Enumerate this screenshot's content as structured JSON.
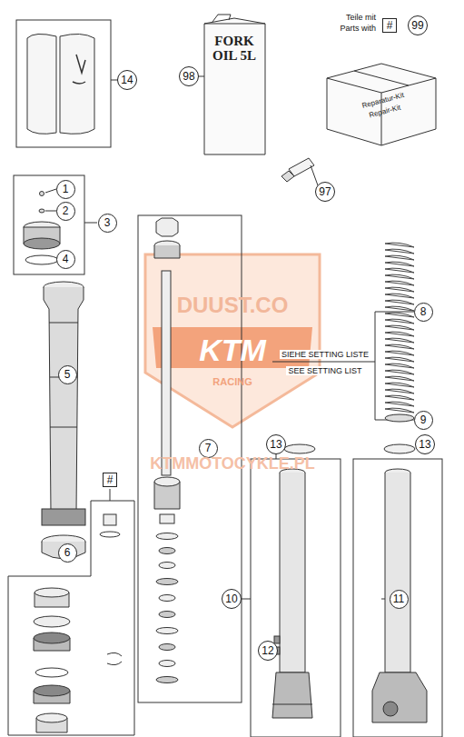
{
  "diagram": {
    "nodes": [
      {
        "text": [
          "14"
        ]
      },
      {
        "text": [
          "98"
        ]
      },
      {
        "text": [
          "#"
        ]
      },
      {
        "text": [
          "99"
        ]
      },
      {
        "text": [
          "97"
        ]
      },
      {
        "text": [
          "1"
        ]
      },
      {
        "text": [
          "2"
        ]
      },
      {
        "text": [
          "3"
        ]
      },
      {
        "text": [
          "4"
        ]
      },
      {
        "text": [
          "8"
        ]
      },
      {
        "text": [
          "5"
        ]
      },
      {
        "text": [
          "9"
        ]
      },
      {
        "text": [
          "13"
        ]
      },
      {
        "text": [
          "13"
        ]
      },
      {
        "text": [
          "7"
        ]
      },
      {
        "text": [
          "#"
        ]
      },
      {
        "text": [
          "6"
        ]
      },
      {
        "text": [
          "10"
        ]
      },
      {
        "text": [
          "11"
        ]
      },
      {
        "text": [
          "12"
        ]
      }
    ],
    "labels": [
      "Teile mit",
      "Parts with",
      "FORK OIL 5L",
      "Reparatur-Kit",
      "Repair-Kit",
      "SIEHE SETTING LISTE",
      "SEE SETTING LIST",
      "DUUST.CO",
      "KTM",
      "RACING",
      "KTMMOTOCYKLE.PL"
    ]
  }
}
